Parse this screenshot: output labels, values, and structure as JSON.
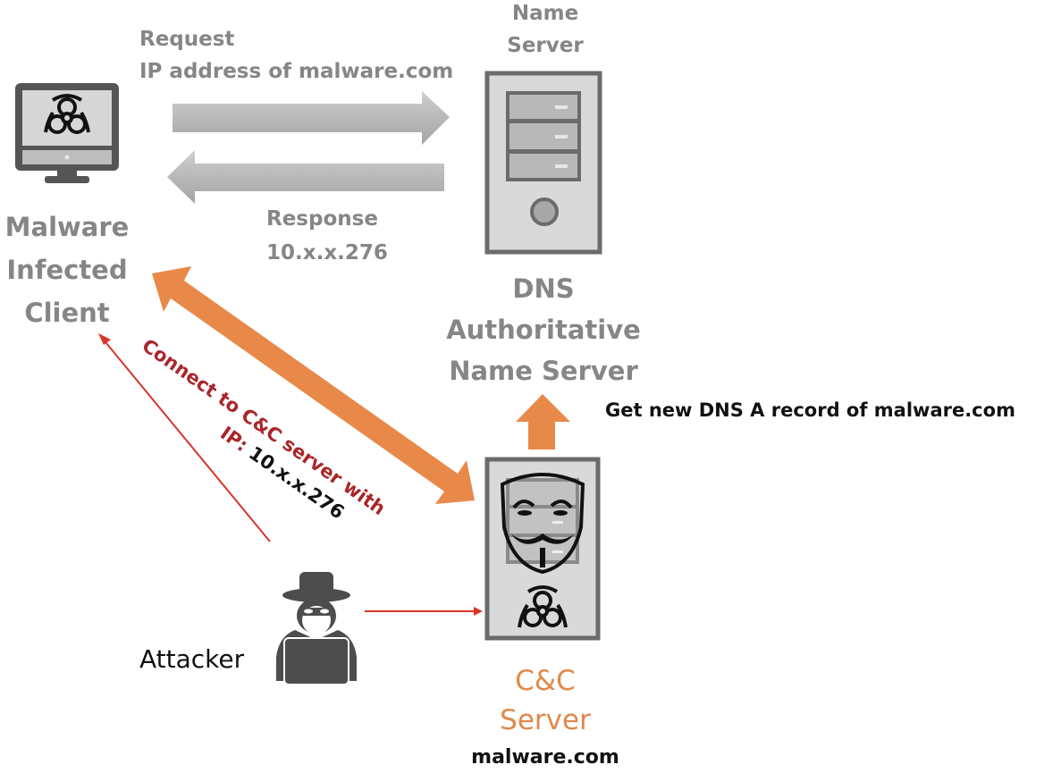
{
  "colors": {
    "gray_text": "#868686",
    "orange": "#e8894a",
    "dark_red": "#a9262a",
    "red_line": "#d9342b",
    "icon_dark": "#555555",
    "icon_light": "#d4d4d4"
  },
  "request": {
    "line1": "Request",
    "line2": "IP address of malware.com"
  },
  "response": {
    "line1": "Response",
    "line2": "10.x.x.276"
  },
  "name_server_top": {
    "line1": "Name",
    "line2": "Server"
  },
  "client": {
    "icon": "biohazard-monitor-icon",
    "line1": "Malware",
    "line2": "Infected",
    "line3": "Client"
  },
  "dns_server": {
    "icon": "server-tower-icon",
    "line1": "DNS",
    "line2": "Authoritative",
    "line3": "Name Server"
  },
  "get_new_record": "Get new DNS A record of malware.com",
  "connect": {
    "line1": "Connect to C&C server with",
    "ip_prefix": "IP:",
    "ip": " 10.x.x.276"
  },
  "attacker": {
    "icon": "hacker-laptop-icon",
    "label": "Attacker"
  },
  "cc_server": {
    "icon": "anonymous-mask-server-icon",
    "line1": "C&C",
    "line2": "Server",
    "domain": "malware.com"
  }
}
